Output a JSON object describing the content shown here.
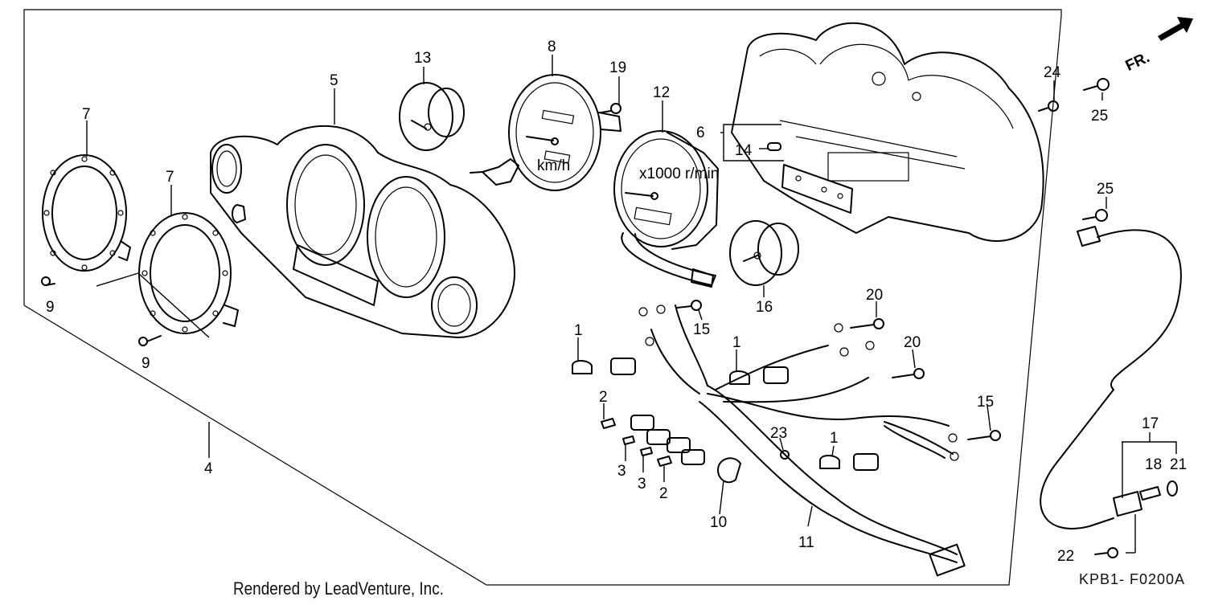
{
  "diagram": {
    "callouts": {
      "n1": "1",
      "n2": "2",
      "n3": "3",
      "n4": "4",
      "n5": "5",
      "n6": "6",
      "n7": "7",
      "n8": "8",
      "n9": "9",
      "n10": "10",
      "n11": "11",
      "n12": "12",
      "n13": "13",
      "n14": "14",
      "n15": "15",
      "n16": "16",
      "n17": "17",
      "n18": "18",
      "n19": "19",
      "n20": "20",
      "n21": "21",
      "n22": "22",
      "n23": "23",
      "n24": "24",
      "n25": "25"
    },
    "front_arrow_label": "FR.",
    "tach_face_text": "x1000 r/min",
    "speedo_face_text": "km/h"
  },
  "footer": {
    "render_credit": "Rendered by LeadVenture, Inc.",
    "diagram_code": "KPB1- F0200A"
  }
}
